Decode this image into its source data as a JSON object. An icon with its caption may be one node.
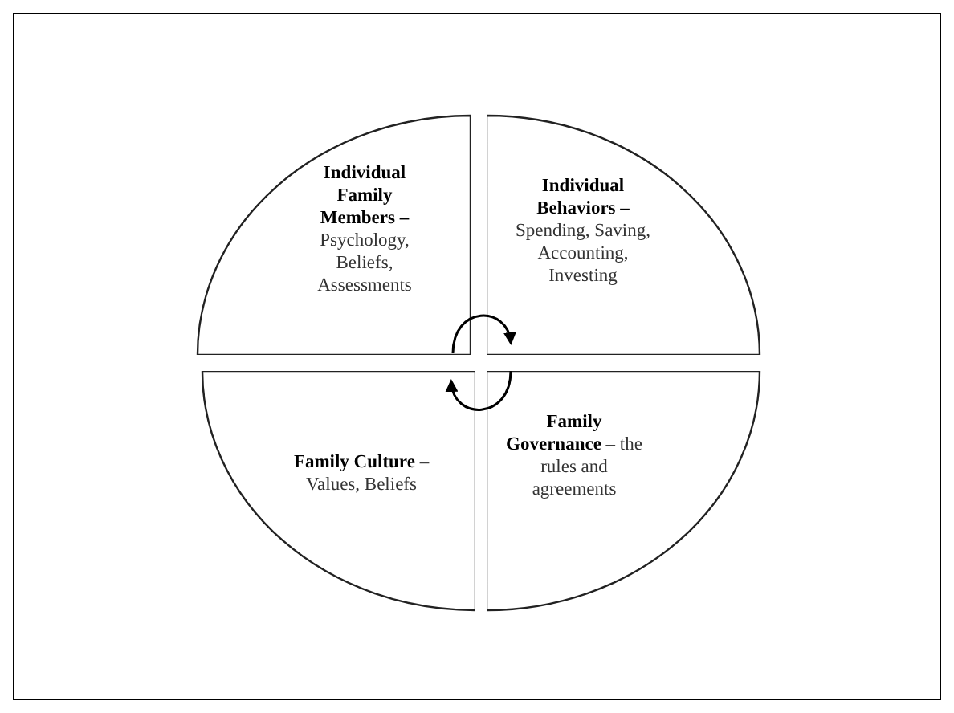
{
  "diagram": {
    "nodes": [
      {
        "text": [
          "**Individual Family Members –** Psychology, Beliefs, Assessments"
        ]
      },
      {
        "text": [
          "**Individual Behaviors –** Spending, Saving, Accounting, Investing"
        ]
      },
      {
        "text": [
          "**Family Culture** – Values, Beliefs"
        ]
      },
      {
        "text": [
          "**Family Governance** – the rules and agreements"
        ]
      }
    ],
    "edges": [
      {
        "from": 0,
        "to": 1,
        "arrow": "to"
      },
      {
        "from": 3,
        "to": 2,
        "arrow": "to"
      }
    ]
  }
}
